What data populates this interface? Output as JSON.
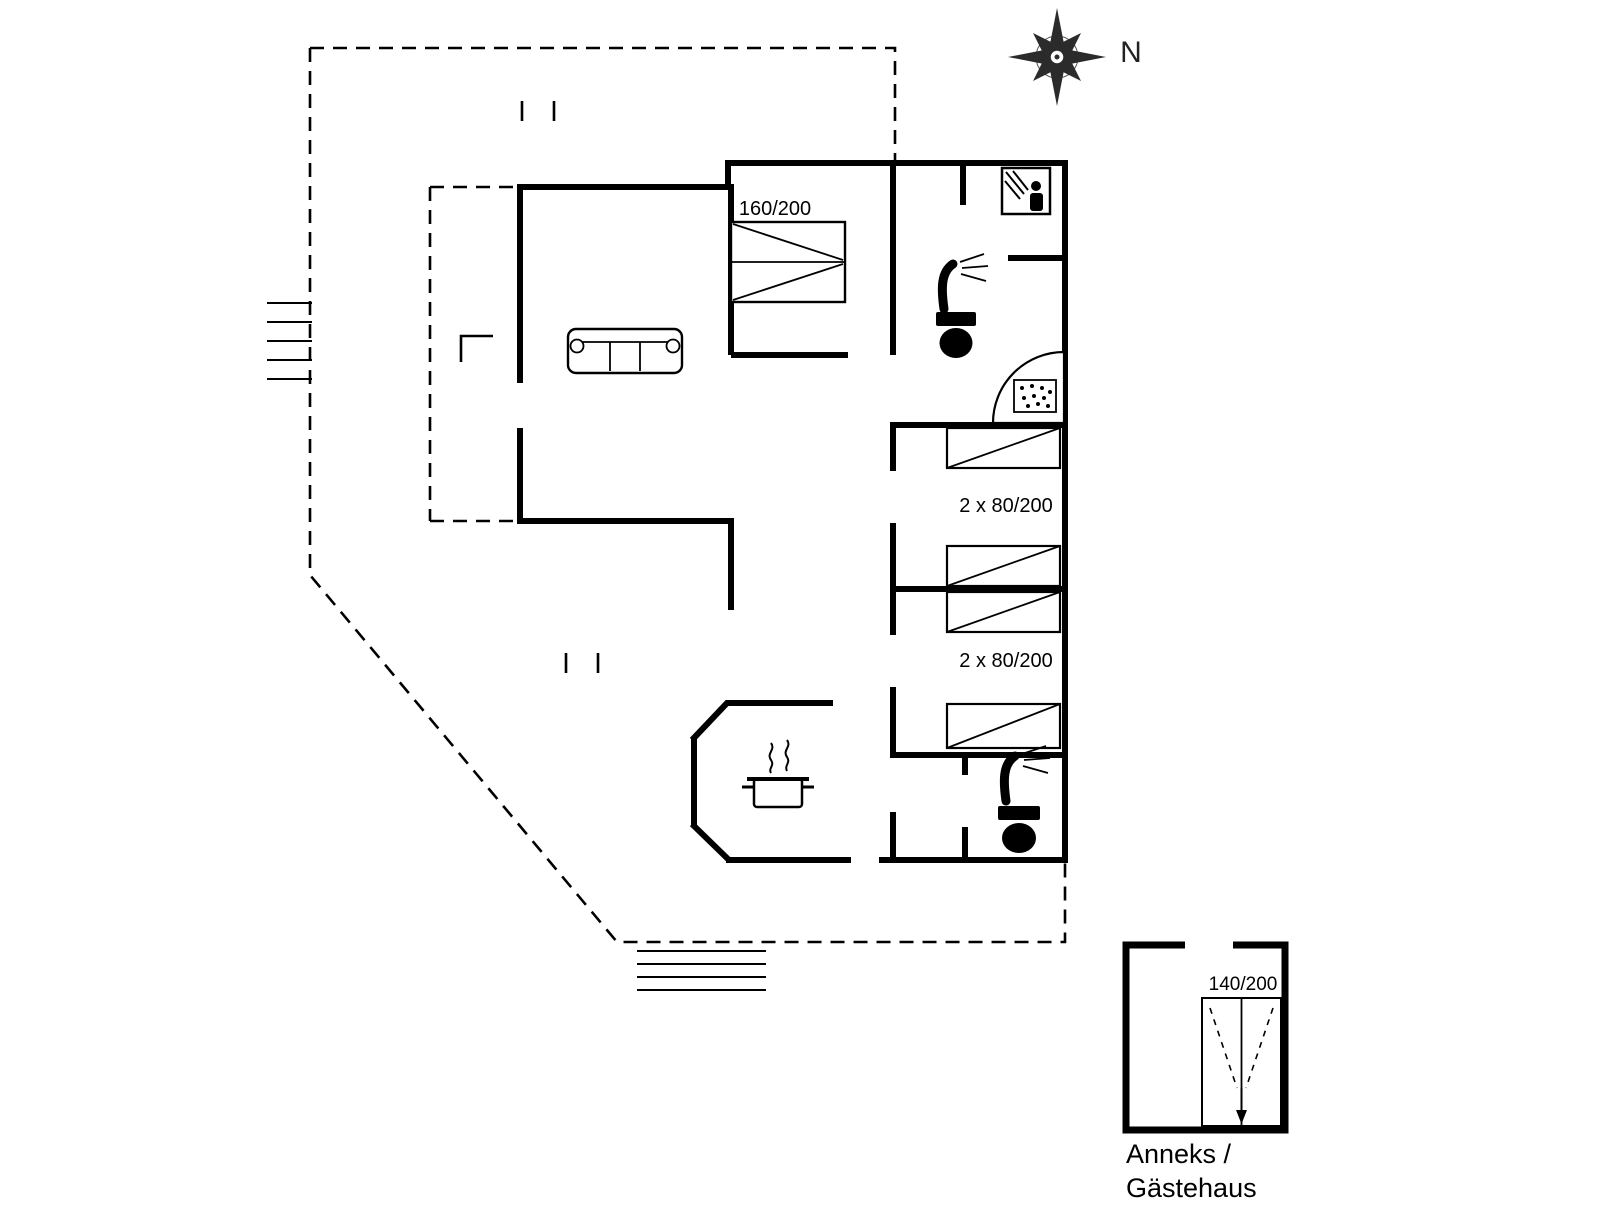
{
  "meta": {
    "type": "floor-plan",
    "background_color": "#ffffff",
    "wall_color": "#000000",
    "compass_color": "#2b2b2b"
  },
  "compass": {
    "label": "N"
  },
  "labels": {
    "double_bed": "160/200",
    "bunk_room_1": "2 x 80/200",
    "bunk_room_2": "2 x 80/200",
    "annex_bed": "140/200",
    "annex_name_line1": "Anneks /",
    "annex_name_line2": "Gästehaus"
  }
}
